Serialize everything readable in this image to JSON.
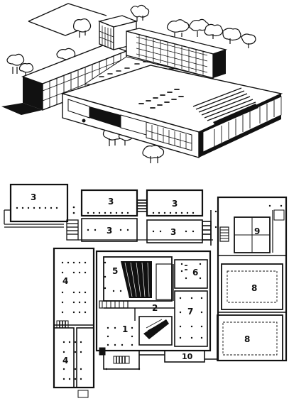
{
  "figure": {
    "perspective_view": {
      "description_icon": "axonometric-building-icon"
    },
    "floor_plan": {
      "rooms": [
        {
          "id": "room-3-top-left",
          "label": "3"
        },
        {
          "id": "room-3-top-middle",
          "label": "3"
        },
        {
          "id": "room-3-top-right",
          "label": "3"
        },
        {
          "id": "room-3-second-middle",
          "label": "3"
        },
        {
          "id": "room-3-second-right",
          "label": "3"
        },
        {
          "id": "room-9",
          "label": "9"
        },
        {
          "id": "room-4-upper",
          "label": "4"
        },
        {
          "id": "room-4-lower",
          "label": "4"
        },
        {
          "id": "room-5",
          "label": "5"
        },
        {
          "id": "room-6",
          "label": "6"
        },
        {
          "id": "room-2",
          "label": "2"
        },
        {
          "id": "room-7",
          "label": "7"
        },
        {
          "id": "room-8-upper",
          "label": "8"
        },
        {
          "id": "room-1",
          "label": "1"
        },
        {
          "id": "room-8-lower",
          "label": "8"
        },
        {
          "id": "room-10",
          "label": "10"
        }
      ]
    }
  }
}
